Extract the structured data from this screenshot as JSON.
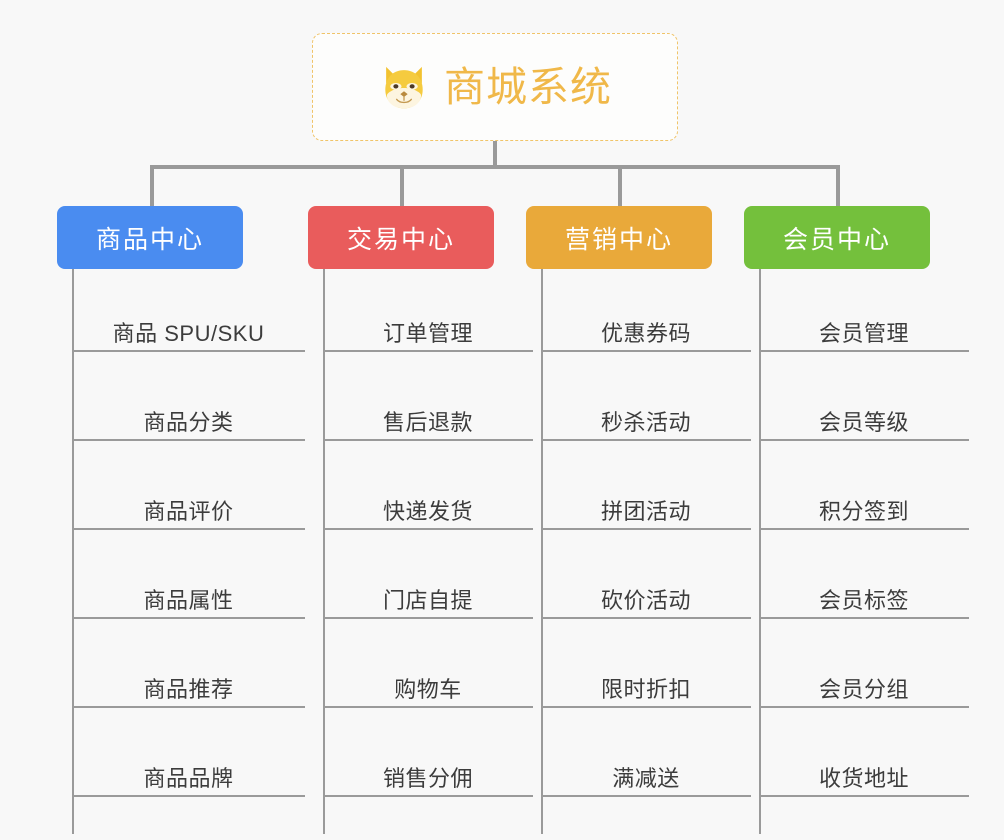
{
  "root": {
    "title": "商城系统",
    "icon": "shiba-dog-face-icon",
    "text_color": "#f0b849",
    "border_color": "#f0c469"
  },
  "colors": {
    "background": "#f8f8f8",
    "connector": "#9a9a9a",
    "leaf_text": "#3c3c3c"
  },
  "branches": [
    {
      "label": "商品中心",
      "color": "#4a8cf0",
      "items": [
        {
          "label": "商品 SPU/SKU"
        },
        {
          "label": "商品分类"
        },
        {
          "label": "商品评价"
        },
        {
          "label": "商品属性"
        },
        {
          "label": "商品推荐"
        },
        {
          "label": "商品品牌"
        }
      ]
    },
    {
      "label": "交易中心",
      "color": "#e95c5c",
      "items": [
        {
          "label": "订单管理"
        },
        {
          "label": "售后退款"
        },
        {
          "label": "快递发货"
        },
        {
          "label": "门店自提"
        },
        {
          "label": "购物车"
        },
        {
          "label": "销售分佣"
        }
      ]
    },
    {
      "label": "营销中心",
      "color": "#e9a93a",
      "items": [
        {
          "label": "优惠券码"
        },
        {
          "label": "秒杀活动"
        },
        {
          "label": "拼团活动"
        },
        {
          "label": "砍价活动"
        },
        {
          "label": "限时折扣"
        },
        {
          "label": "满减送"
        }
      ]
    },
    {
      "label": "会员中心",
      "color": "#74c03c",
      "items": [
        {
          "label": "会员管理"
        },
        {
          "label": "会员等级"
        },
        {
          "label": "积分签到"
        },
        {
          "label": "会员标签"
        },
        {
          "label": "会员分组"
        },
        {
          "label": "收货地址"
        }
      ]
    }
  ]
}
